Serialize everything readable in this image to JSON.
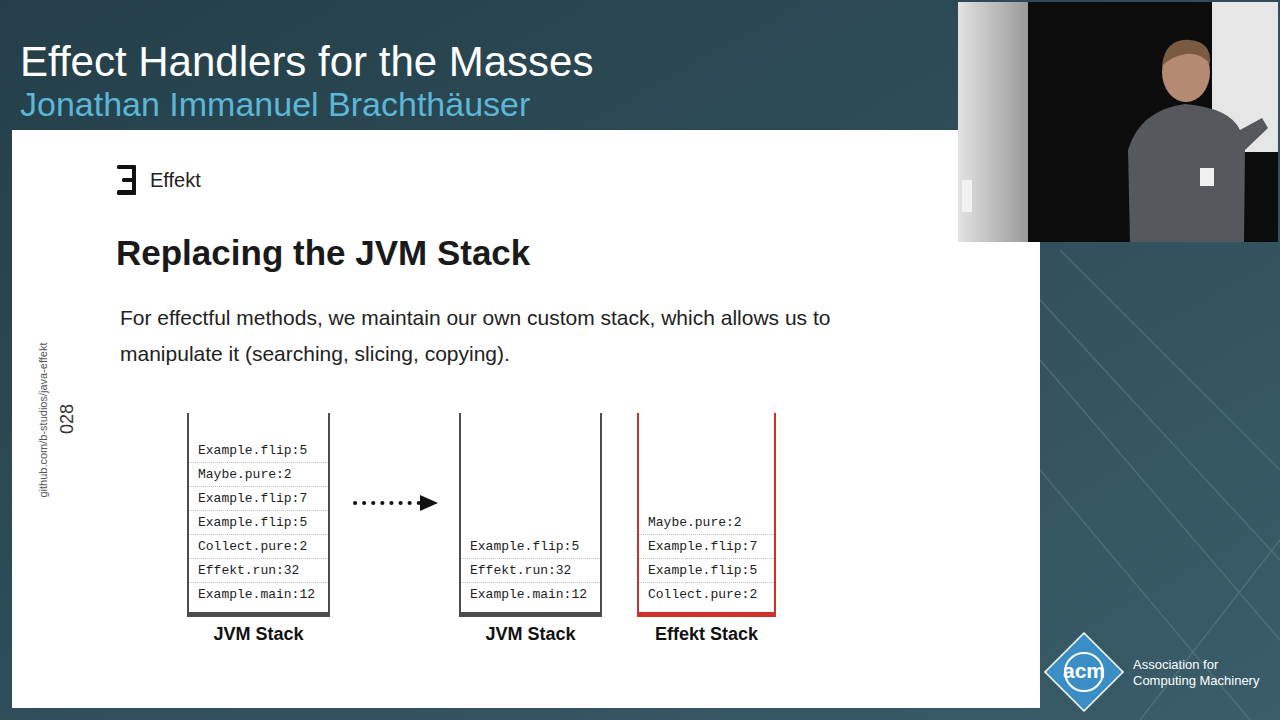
{
  "diagram": {
    "title": "Replacing the JVM Stack",
    "nodes": [
      {
        "text": [
          "JVM Stack"
        ]
      },
      {
        "text": [
          "Example.flip:5"
        ],
        "in": 0
      },
      {
        "text": [
          "Maybe.pure:2"
        ],
        "in": 0
      },
      {
        "text": [
          "Example.flip:7"
        ],
        "in": 0
      },
      {
        "text": [
          "Example.flip:5"
        ],
        "in": 0
      },
      {
        "text": [
          "Collect.pure:2"
        ],
        "in": 0
      },
      {
        "text": [
          "Effekt.run:32"
        ],
        "in": 0
      },
      {
        "text": [
          "Example.main:12"
        ],
        "in": 0
      },
      {
        "text": [
          "JVM Stack"
        ]
      },
      {
        "text": [
          "Example.flip:5"
        ],
        "in": 8
      },
      {
        "text": [
          "Effekt.run:32"
        ],
        "in": 8
      },
      {
        "text": [
          "Example.main:12"
        ],
        "in": 8
      },
      {
        "text": [
          "Effekt Stack"
        ]
      },
      {
        "text": [
          "Maybe.pure:2"
        ],
        "in": 12
      },
      {
        "text": [
          "Example.flip:7"
        ],
        "in": 12
      },
      {
        "text": [
          "Example.flip:5"
        ],
        "in": 12
      },
      {
        "text": [
          "Collect.pure:2"
        ],
        "in": 12
      }
    ],
    "edges": [
      {
        "from": 0,
        "to": 8,
        "arrow": "to"
      }
    ],
    "labels": [
      "Effect Handlers for the Masses",
      "Jonathan Immanuel Brachthäuser",
      "Effekt",
      "For effectful methods, we maintain our own custom stack, which allows us to manipulate it (searching, slicing, copying).",
      "github.com/b-studios/java-effekt",
      "028",
      "acm",
      "Association for Computing Machinery"
    ]
  }
}
